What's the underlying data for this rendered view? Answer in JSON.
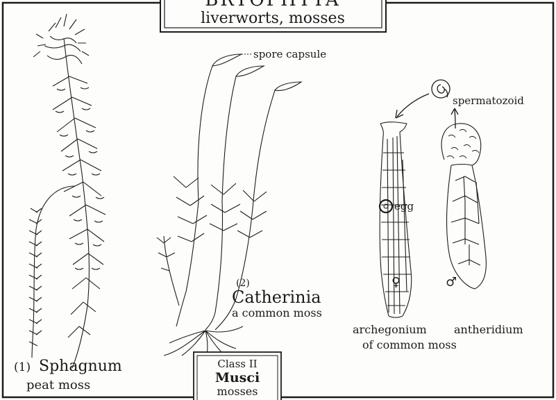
{
  "plate": {
    "title": "BRYOPHYTA",
    "subtitle": "liverworts, mosses"
  },
  "sphagnum": {
    "number": "(1)",
    "name": "Sphagnum",
    "common": "peat moss"
  },
  "catherinia": {
    "number": "(2)",
    "name": "Catherinia",
    "common": "a common moss",
    "capsule_label": "spore capsule"
  },
  "reproduction": {
    "spermatozoid_label": "spermatozoid",
    "egg_label": "egg",
    "female_symbol": "♀",
    "male_symbol": "♂",
    "archegonium_label": "archegonium",
    "antheridium_label": "antheridium",
    "caption": "of common moss"
  },
  "class_box": {
    "line1": "Class II",
    "line2": "Musci",
    "line3": "mosses"
  },
  "colors": {
    "ink": "#1b1b1b",
    "paper": "#fdfdfb"
  }
}
